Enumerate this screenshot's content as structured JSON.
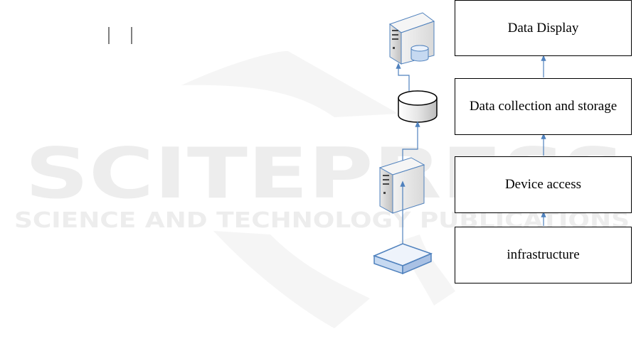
{
  "layers": [
    {
      "id": "display",
      "label": "Data Display"
    },
    {
      "id": "storage",
      "label": "Data collection and storage"
    },
    {
      "id": "access",
      "label": "Device access"
    },
    {
      "id": "infra",
      "label": "infrastructure"
    }
  ],
  "watermark": {
    "main": "SCITEPRESS",
    "sub": "SCIENCE AND TECHNOLOGY PUBLICATIONS"
  },
  "icons": [
    "server-with-database-icon",
    "database-cylinder-icon",
    "server-icon",
    "network-device-icon"
  ],
  "colors": {
    "connector": "#4f81bd",
    "box_border": "#000000",
    "watermark": "#ededed"
  }
}
